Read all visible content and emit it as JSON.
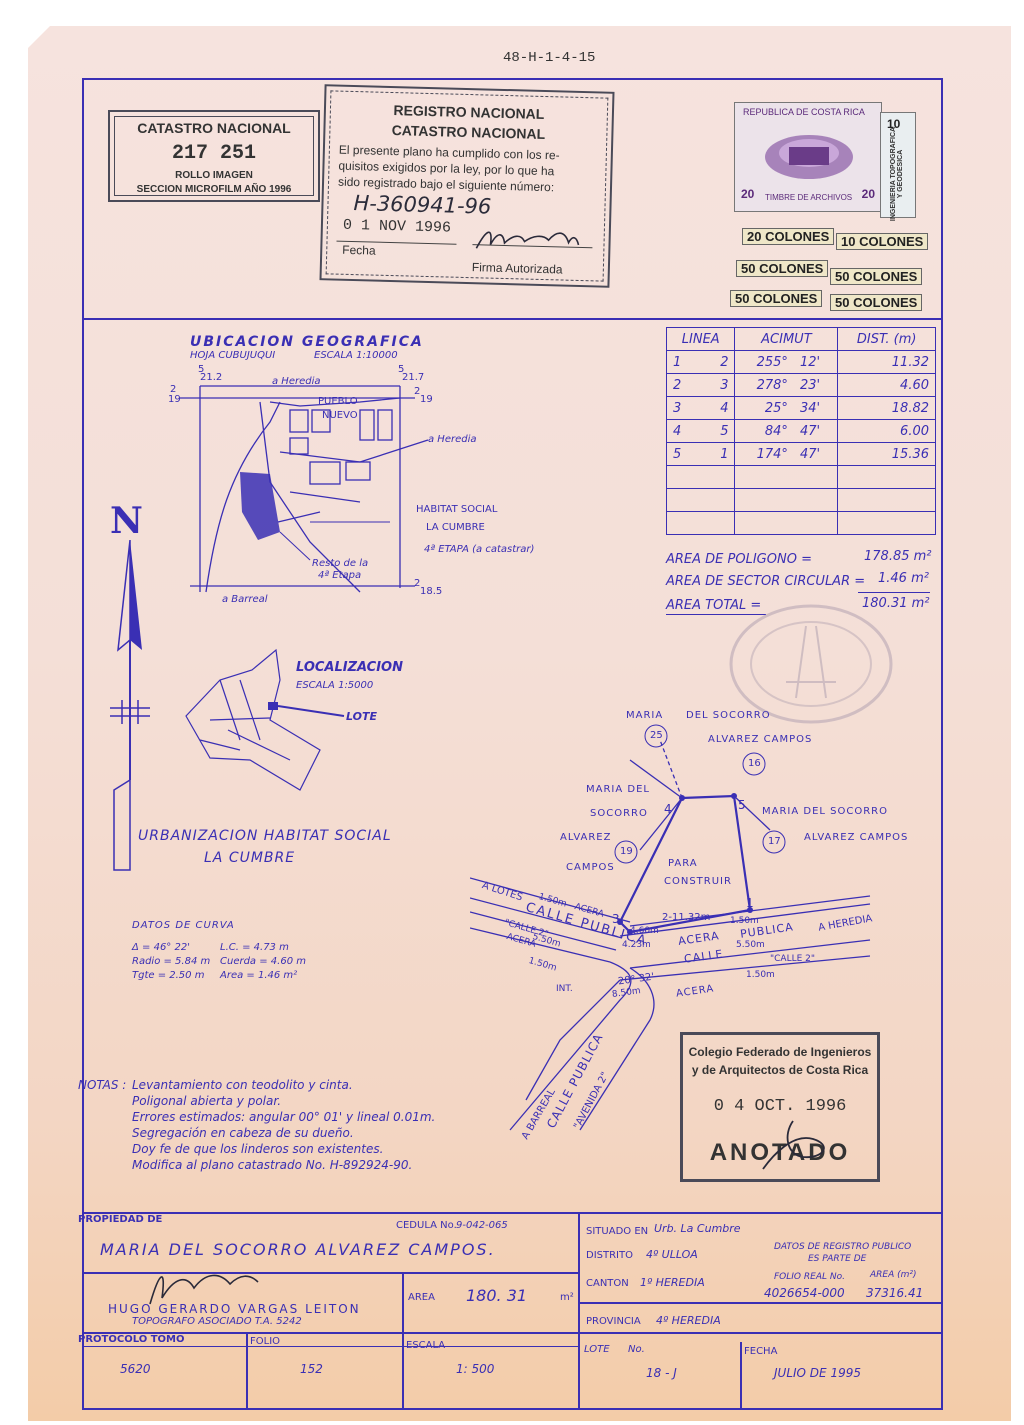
{
  "doc_number": "48-H-1-4-15",
  "catastro": {
    "title": "CATASTRO NACIONAL",
    "number": "217 251",
    "line1": "ROLLO IMAGEN",
    "line2": "SECCION MICROFILM AÑO 1996"
  },
  "registro": {
    "title1": "REGISTRO NACIONAL",
    "title2": "CATASTRO NACIONAL",
    "text1": "El presente plano ha cumplido con los re-",
    "text2": "quisitos exigidos por la ley, por lo que ha",
    "text3": "sido registrado bajo el siguiente número:",
    "number": "H-360941-96",
    "date": "0 1 NOV 1996",
    "fecha_label": "Fecha",
    "firma_label": "Firma Autorizada"
  },
  "timbre": {
    "header": "REPUBLICA DE COSTA RICA",
    "caption": "TIMBRE DE ARCHIVOS",
    "v20a": "20",
    "v20b": "20",
    "side": "10",
    "side_text": "INGENIERIA TOPOGRAFICA Y GEODESICA",
    "c1": "20 COLONES",
    "c2": "10 COLONES",
    "c3": "50 COLONES",
    "c4": "50 COLONES",
    "c5": "50 COLONES",
    "c6": "50 COLONES"
  },
  "ubicacion": {
    "title": "UBICACION GEOGRAFICA",
    "hoja": "HOJA CUBUJUQUI",
    "escala": "ESCALA 1:10000",
    "c1": "5",
    "c1b": "21.2",
    "c2": "5",
    "c2b": "21.7",
    "c3": "2",
    "c3b": "19",
    "c4": "2",
    "c4b": "19",
    "c5": "2",
    "c5b": "18.5",
    "heredia1": "a Heredia",
    "heredia2": "a Heredia",
    "pueblo": "PUEBLO",
    "nuevo": "NUEVO",
    "habitat": "HABITAT SOCIAL",
    "cumbre": "LA CUMBRE",
    "etapa": "4ª ETAPA (a catastrar)",
    "resto1": "Resto de la",
    "resto2": "4ª Etapa",
    "barreal": "a Barreal"
  },
  "north": {
    "label": "N"
  },
  "localizacion": {
    "title": "LOCALIZACION",
    "escala": "ESCALA 1:5000",
    "lote": "LOTE"
  },
  "urbanizacion": {
    "line1": "URBANIZACION HABITAT SOCIAL",
    "line2": "LA CUMBRE"
  },
  "survey_table": {
    "headers": [
      "LINEA",
      "ACIMUT",
      "DIST. (m)"
    ],
    "rows": [
      [
        "1",
        "2",
        "255°",
        "12'",
        "11.32"
      ],
      [
        "2",
        "3",
        "278°",
        "23'",
        "4.60"
      ],
      [
        "3",
        "4",
        "25°",
        "34'",
        "18.82"
      ],
      [
        "4",
        "5",
        "84°",
        "47'",
        "6.00"
      ],
      [
        "5",
        "1",
        "174°",
        "47'",
        "15.36"
      ]
    ]
  },
  "areas": {
    "poligono_label": "AREA DE POLIGONO =",
    "poligono": "178.85 m²",
    "sector_label": "AREA DE SECTOR CIRCULAR =",
    "sector": "1.46 m²",
    "total_label": "AREA TOTAL =",
    "total": "180.31 m²"
  },
  "plan": {
    "owner_top_a": "MARIA",
    "owner_top_b": "DEL SOCORRO",
    "owner_top_c": "ALVAREZ CAMPOS",
    "n25": "25",
    "n16": "16",
    "left_a": "MARIA DEL",
    "left_b": "SOCORRO",
    "left_c": "ALVAREZ",
    "left_d": "CAMPOS",
    "n19": "19",
    "right_a": "MARIA DEL SOCORRO",
    "right_b": "ALVAREZ CAMPOS",
    "n17": "17",
    "p1": "1",
    "p2": "2",
    "p3": "3",
    "p4": "4",
    "p5": "5",
    "para": "PARA",
    "construir": "CONSTRUIR",
    "lotes": "A LOTES",
    "calle_publica1": "CALLE PUBLICA",
    "calle2a": "\"CALLE 2\"",
    "acera1": "ACERA",
    "d150a": "1.50m",
    "d550a": "5.50m",
    "d150b": "1.50m",
    "int": "INT.",
    "d460": "4.60m",
    "d423": "4.23m",
    "d1132": "2-11.32m",
    "d150c": "1.50m",
    "acera2": "ACERA",
    "calle_publica2": "PUBLICA",
    "calle_b": "CALLE",
    "d550b": "5.50m",
    "calle2b": "\"CALLE 2\"",
    "heredia": "A HEREDIA",
    "ang": "20° 32'",
    "d850": "8.50m",
    "acera3": "ACERA",
    "d150d": "1.50m",
    "barreal": "A BARREAL",
    "calle_publica3": "CALLE PUBLICA",
    "avenida": "\"AVENIDA 2\""
  },
  "curva": {
    "title": "DATOS DE CURVA",
    "delta": "Δ = 46° 22'",
    "lc": "L.C. = 4.73 m",
    "radio": "Radio = 5.84 m",
    "cuerda": "Cuerda = 4.60 m",
    "tgte": "Tgte = 2.50 m",
    "area": "Area = 1.46 m²"
  },
  "notas": {
    "label": "NOTAS :",
    "n1": "Levantamiento con teodolito y cinta.",
    "n2": "Poligonal abierta y polar.",
    "n3": "Errores estimados: angular 00° 01' y lineal 0.01m.",
    "n4": "Segregación en cabeza de su dueño.",
    "n5": "Doy fe de que los linderos son existentes.",
    "n6": "Modifica al plano catastrado No. H-892924-90."
  },
  "colegio": {
    "line1": "Colegio Federado de Ingenieros",
    "line2": "y de Arquitectos de Costa Rica",
    "date": "0 4 OCT. 1996",
    "status": "ANOTADO"
  },
  "footer": {
    "propiedad_label": "PROPIEDAD DE",
    "cedula_label": "CEDULA No.",
    "cedula": "9-042-065",
    "owner": "MARIA  DEL  SOCORRO  ALVAREZ  CAMPOS.",
    "topografo": "HUGO GERARDO VARGAS LEITON",
    "topografo_title": "TOPOGRAFO ASOCIADO T.A. 5242",
    "area_label": "AREA",
    "area": "180. 31",
    "area_unit": "m²",
    "situado_label": "SITUADO EN",
    "situado": "Urb. La Cumbre",
    "distrito_label": "DISTRITO",
    "distrito": "4º ULLOA",
    "canton_label": "CANTON",
    "canton": "1º HEREDIA",
    "provincia_label": "PROVINCIA",
    "provincia": "4º HEREDIA",
    "registro_a": "DATOS DE REGISTRO PUBLICO",
    "registro_b": "ES PARTE DE",
    "folio_real_label": "FOLIO REAL No.",
    "area_m2_label": "AREA (m²)",
    "folio_real": "4026654-000",
    "area_m2": "37316.41",
    "protocolo_label": "PROTOCOLO TOMO",
    "protocolo": "5620",
    "folio_label": "FOLIO",
    "folio": "152",
    "escala_label": "ESCALA",
    "escala": "1: 500",
    "lote_label": "LOTE",
    "lote_no": "No.",
    "lote": "18 - J",
    "fecha_label": "FECHA",
    "fecha": "JULIO DE 1995"
  },
  "colors": {
    "ink": "#3a2fb4",
    "stamp": "#4a4a58",
    "paper": "#f4dfd7"
  }
}
